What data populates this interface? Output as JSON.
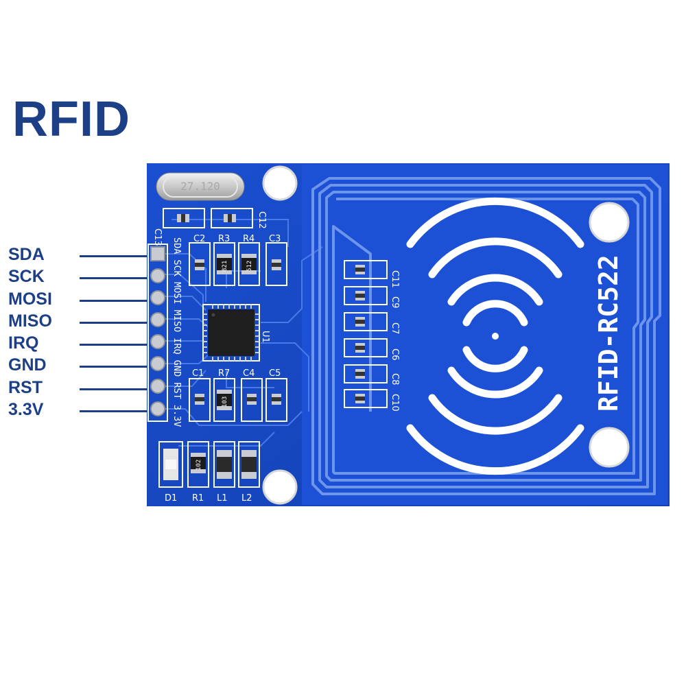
{
  "title": "RFID",
  "pins": [
    {
      "label": "SDA"
    },
    {
      "label": "SCK"
    },
    {
      "label": "MOSI"
    },
    {
      "label": "MISO"
    },
    {
      "label": "IRQ"
    },
    {
      "label": "GND"
    },
    {
      "label": "RST"
    },
    {
      "label": "3.3V"
    }
  ],
  "board": {
    "model_label": "RFID-RC522",
    "crystal_marking": "27.120",
    "chip_label": "U1",
    "header_silkscreen": "SDA SCK MOSI MISO IRQ GND RST 3.3V",
    "component_labels": {
      "c13": "C13",
      "c12": "C12",
      "c2": "C2",
      "r3": "R3",
      "r4": "R4",
      "c3": "C3",
      "c1": "C1",
      "r7": "R7",
      "c4": "C4",
      "c5": "C5",
      "d1": "D1",
      "r1": "R1",
      "l1": "L1",
      "l2": "L2",
      "c11": "C11",
      "c9": "C9",
      "c7": "C7",
      "c6": "C6",
      "c8": "C8",
      "c10": "C10"
    },
    "resistor_markings": {
      "r3": "821",
      "r4": "512",
      "r7": "103",
      "r1": "102"
    }
  },
  "colors": {
    "title": "#1d3f86",
    "pcb": "#1747c4",
    "trace": "#4a7ae8",
    "silkscreen": "#ffffff",
    "pad": "#c9ccd2"
  }
}
